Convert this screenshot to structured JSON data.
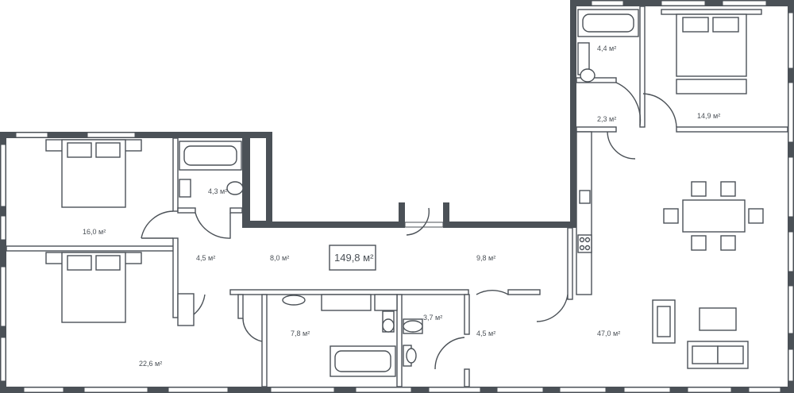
{
  "plan": {
    "total_area": "149,8 м²",
    "rooms": [
      {
        "name": "bathroom-top-right",
        "area": "4,4 м²"
      },
      {
        "name": "hall-top-right",
        "area": "2,3 м²"
      },
      {
        "name": "bedroom-top-right",
        "area": "14,9 м²"
      },
      {
        "name": "bathroom-left",
        "area": "4,3 м²"
      },
      {
        "name": "bedroom-top-left",
        "area": "16,0 м²"
      },
      {
        "name": "corridor-left",
        "area": "4,5 м²"
      },
      {
        "name": "hall-center",
        "area": "8,0 м²"
      },
      {
        "name": "hall-right",
        "area": "9,8 м²"
      },
      {
        "name": "wc",
        "area": "3,7 м²"
      },
      {
        "name": "bathroom-bottom",
        "area": "7,8 м²"
      },
      {
        "name": "corridor-bottom",
        "area": "4,5 м²"
      },
      {
        "name": "living-kitchen",
        "area": "47,0 м²"
      },
      {
        "name": "bedroom-bottom-left",
        "area": "22,6 м²"
      }
    ]
  },
  "colors": {
    "wall": "#4b5157",
    "background": "#ffffff"
  }
}
